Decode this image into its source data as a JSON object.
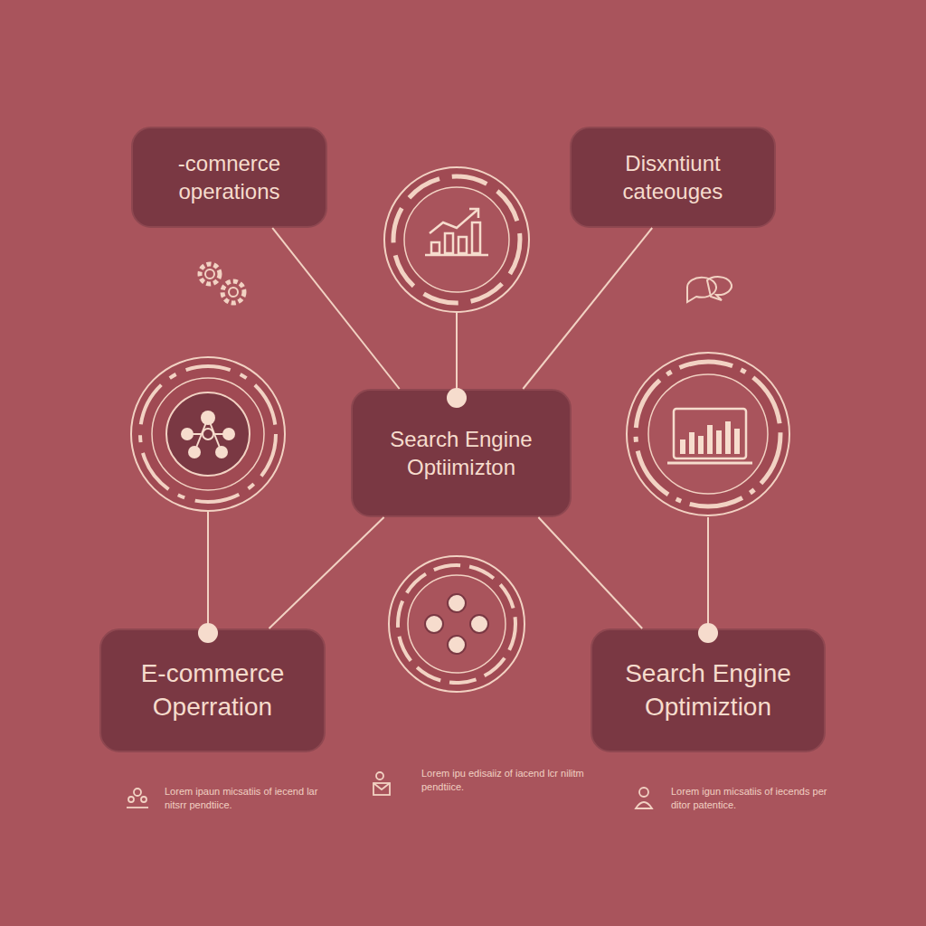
{
  "diagram": {
    "nodes": [
      {
        "text": [
          "-comnerce operations"
        ]
      },
      {
        "text": [
          "Disxntiunt cateouges"
        ]
      },
      {
        "text": [
          "Search Engine Optiimizton"
        ]
      },
      {
        "text": [
          "E-commerce Operration"
        ]
      },
      {
        "text": [
          "Search Engine Optimiztion"
        ]
      }
    ],
    "edges": [
      {
        "from": 2,
        "to": 0,
        "arrow": "none"
      },
      {
        "from": 2,
        "to": 1,
        "arrow": "none"
      },
      {
        "from": 2,
        "to": 3,
        "arrow": "none"
      },
      {
        "from": 2,
        "to": 4,
        "arrow": "none"
      }
    ],
    "labels": [
      "Lorem ipaun micsatiis of iecend lar nitsrr pendtiice.",
      "Lorem ipu edisaiiz of iacend lcr nilitm pendtiice.",
      "Lorem igun micsatiis of iecends per ditor patentice."
    ]
  }
}
